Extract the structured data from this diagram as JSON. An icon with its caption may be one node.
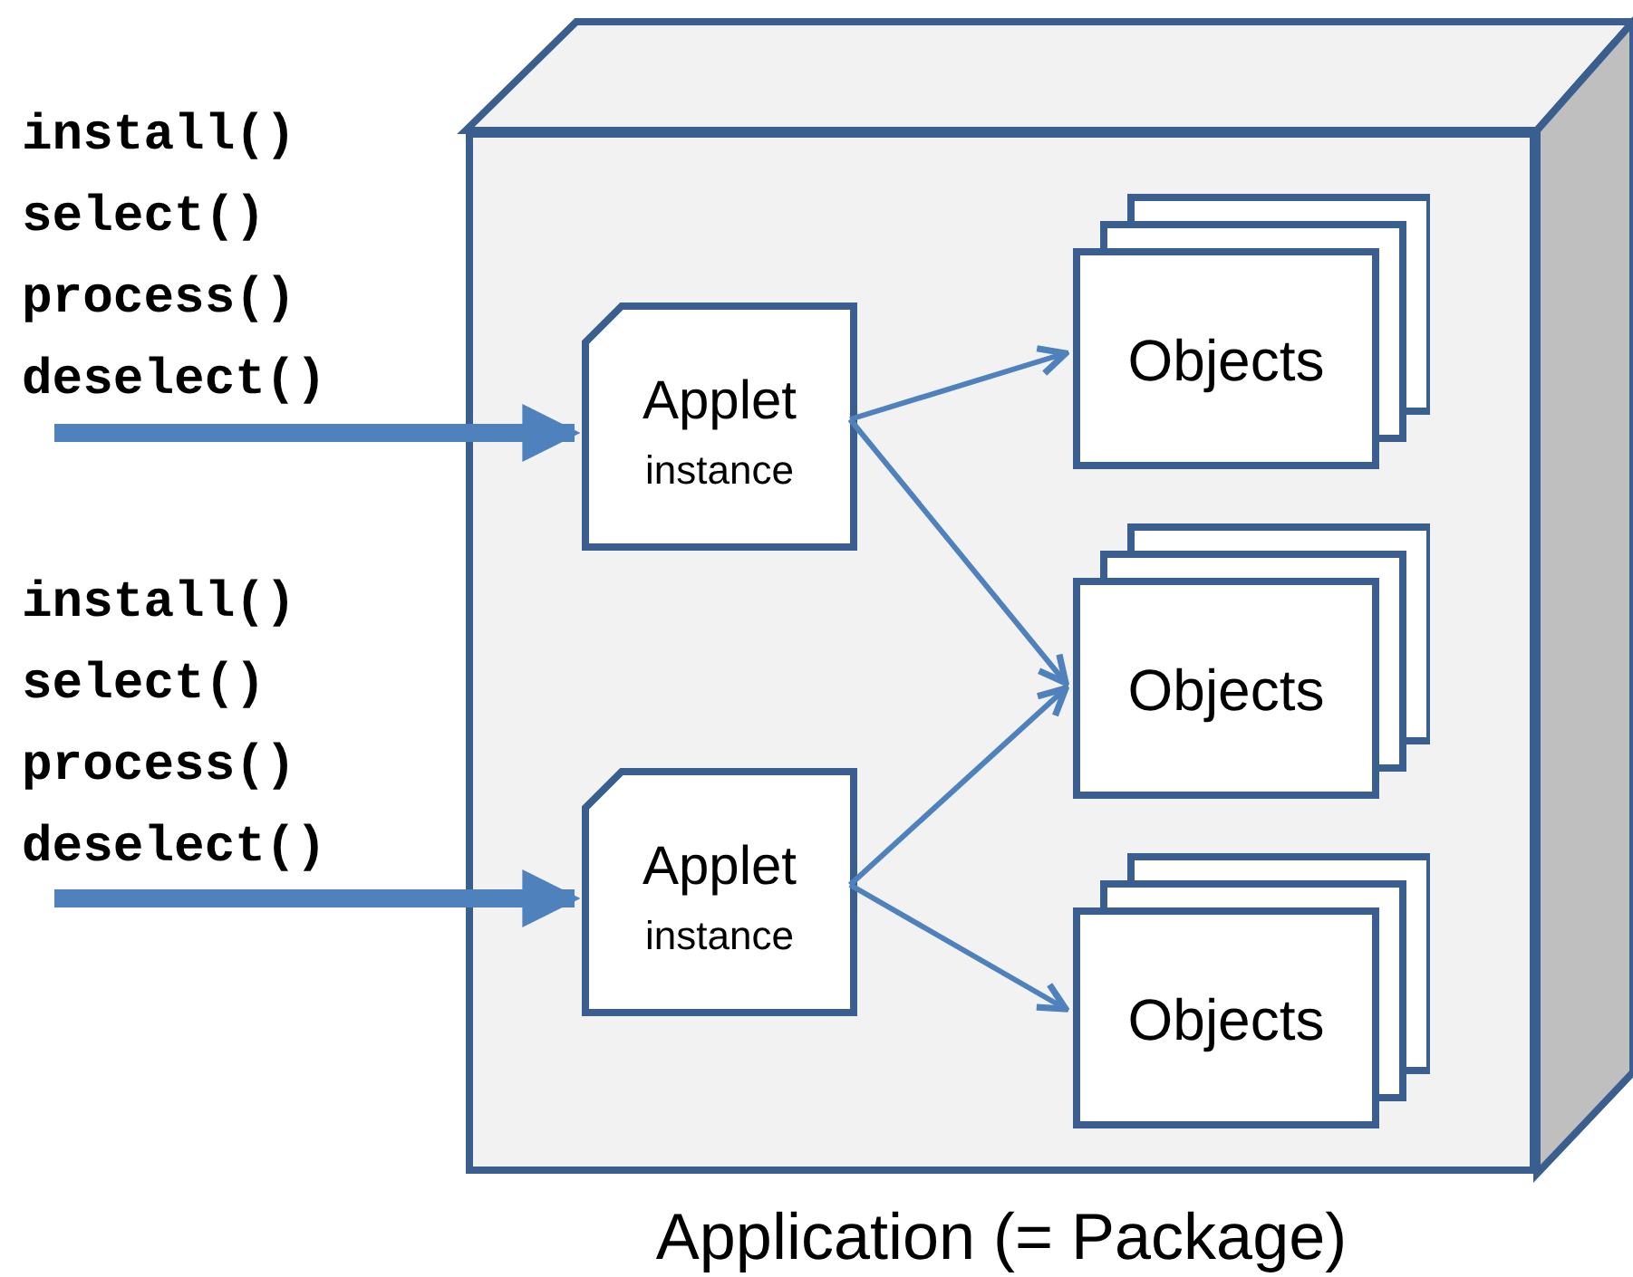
{
  "diagram": {
    "nodes": [
      {
        "text": [
          "Application (= Package)"
        ]
      },
      {
        "text": [
          "Applet",
          "instance"
        ],
        "in": 0
      },
      {
        "text": [
          "Applet",
          "instance"
        ],
        "in": 0
      },
      {
        "text": [
          "Objects"
        ],
        "in": 0
      },
      {
        "text": [
          "Objects"
        ],
        "in": 0
      },
      {
        "text": [
          "Objects"
        ],
        "in": 0
      }
    ],
    "edges": [
      {
        "from": null,
        "to": 1,
        "arrow": "to",
        "style": "thick"
      },
      {
        "from": null,
        "to": 2,
        "arrow": "to",
        "style": "thick"
      },
      {
        "from": 1,
        "to": 3,
        "arrow": "to"
      },
      {
        "from": 1,
        "to": 4,
        "arrow": "to"
      },
      {
        "from": 2,
        "to": 4,
        "arrow": "to"
      },
      {
        "from": 2,
        "to": 5,
        "arrow": "to"
      }
    ],
    "labels": [
      "install()",
      "select()",
      "process()",
      "deselect()",
      "install()",
      "select()",
      "process()",
      "deselect()"
    ]
  }
}
